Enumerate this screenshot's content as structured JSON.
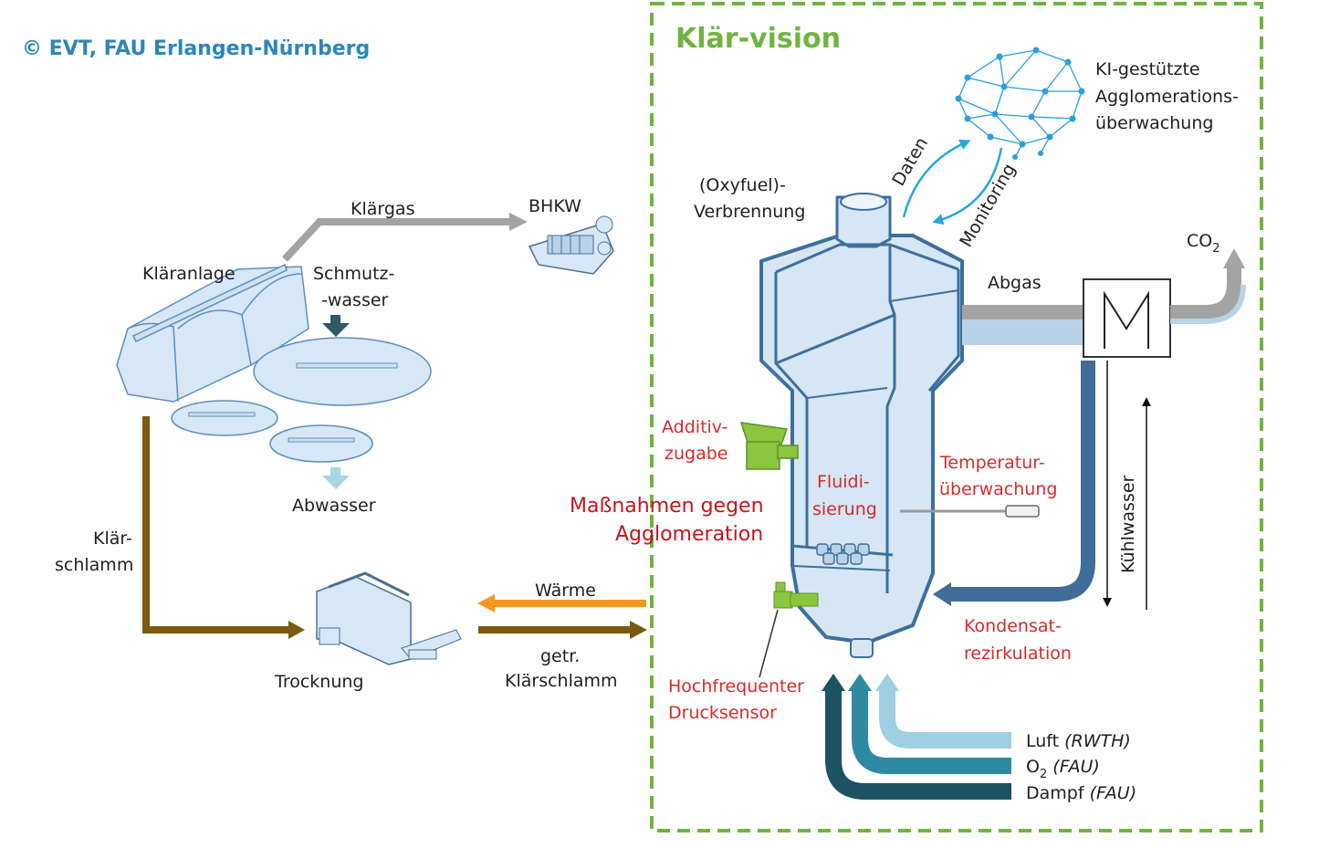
{
  "copyright": "©  EVT, FAU Erlangen-Nürnberg",
  "box_title": "Klär-vision",
  "labels": {
    "klaeranlage": "Kläranlage",
    "schmutzwasser_1": "Schmutz-",
    "schmutzwasser_2": "-wasser",
    "abwasser": "Abwasser",
    "klaergas": "Klärgas",
    "bhkw": "BHKW",
    "klaerschlamm_1": "Klär-",
    "klaerschlamm_2": "schlamm",
    "trocknung": "Trocknung",
    "waerme": "Wärme",
    "getr_1": "getr.",
    "getr_2": "Klärschlamm",
    "massnahmen_1": "Maßnahmen gegen",
    "massnahmen_2": "Agglomeration",
    "oxyfuel_1": "(Oxyfuel)-",
    "oxyfuel_2": "Verbrennung",
    "ki_1": "KI-gestützte",
    "ki_2": "Agglomerations-",
    "ki_3": "überwachung",
    "daten": "Daten",
    "monitoring": "Monitoring",
    "abgas": "Abgas",
    "co2_main": "CO",
    "co2_sub": "2",
    "additiv_1": "Additiv-",
    "additiv_2": "zugabe",
    "fluid_1": "Fluidi-",
    "fluid_2": "sierung",
    "temp_1": "Temperatur-",
    "temp_2": "überwachung",
    "kuehlwasser": "Kühlwasser",
    "kondensat_1": "Kondensat-",
    "kondensat_2": "rezirkulation",
    "hf_1": "Hochfrequenter",
    "hf_2": "Drucksensor",
    "luft": "Luft ",
    "luft_src": "(RWTH)",
    "o2_main": "O",
    "o2_sub": "2",
    "o2_src": " (FAU)",
    "dampf": "Dampf ",
    "dampf_src": "(FAU)"
  },
  "colors": {
    "copyright": "#2e86b7",
    "box_border": "#6fb43f",
    "box_title": "#6fb43f",
    "sludge": "#7a5a10",
    "heat": "#f39a1e",
    "gas": "#a3a3a3",
    "flue_light": "#b9d2ea",
    "reactor_fill": "#d6e6f4",
    "reactor_stroke": "#3d6f9c",
    "condensate": "#3f6d98",
    "luft": "#9dcfe1",
    "o2": "#2e8aa3",
    "dampf": "#1d5262",
    "ki_network": "#2a9fe0",
    "measures_red": "#c4161c",
    "additive_green": "#8cc63f"
  }
}
